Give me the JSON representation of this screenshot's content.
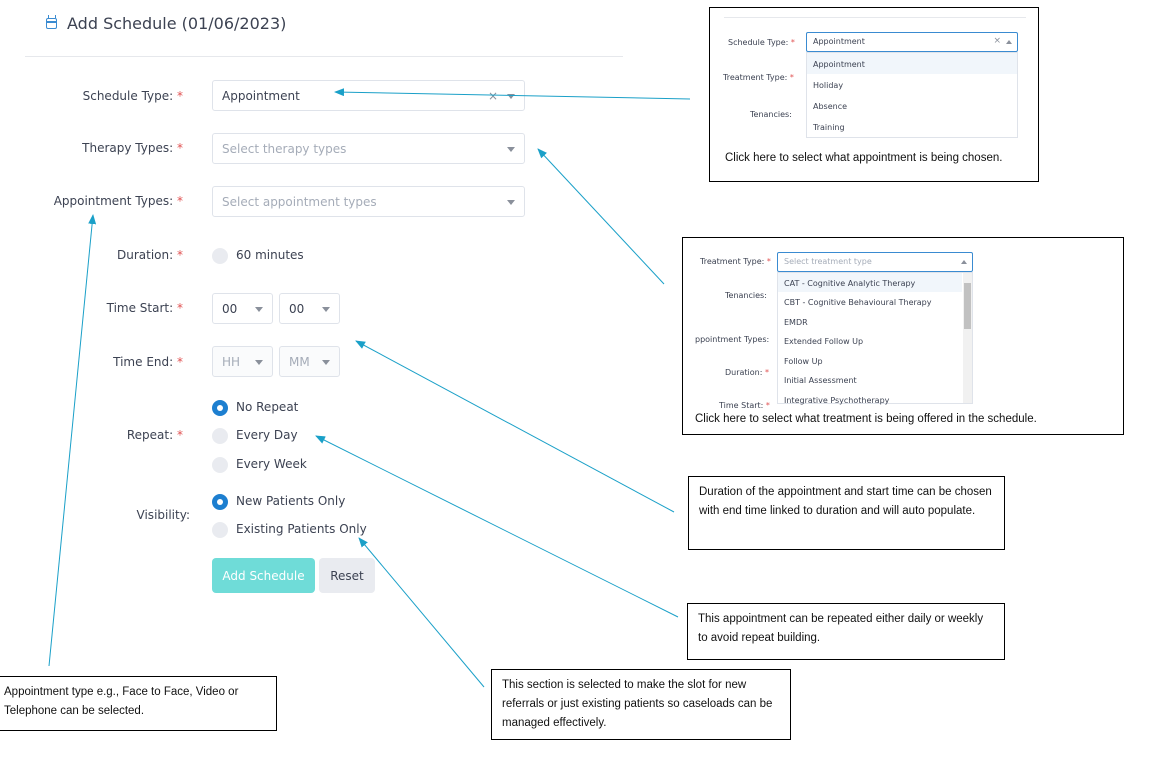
{
  "header": {
    "title": "Add Schedule (01/06/2023)",
    "icon": "calendar-icon"
  },
  "form": {
    "schedule_type": {
      "label": "Schedule Type:",
      "value": "Appointment",
      "clear": "×"
    },
    "therapy_types": {
      "label": "Therapy Types:",
      "placeholder": "Select therapy types"
    },
    "appointment_types": {
      "label": "Appointment Types:",
      "placeholder": "Select appointment types"
    },
    "duration": {
      "label": "Duration:",
      "value": "60 minutes"
    },
    "time_start": {
      "label": "Time Start:",
      "hour": "00",
      "minute": "00"
    },
    "time_end": {
      "label": "Time End:",
      "hour": "HH",
      "minute": "MM"
    },
    "repeat": {
      "label": "Repeat:",
      "options": [
        "No Repeat",
        "Every Day",
        "Every Week"
      ],
      "selected": "No Repeat"
    },
    "visibility": {
      "label": "Visibility:",
      "options": [
        "New Patients Only",
        "Existing Patients Only"
      ],
      "selected": "New Patients Only"
    },
    "required_mark": "*",
    "submit_label": "Add Schedule",
    "reset_label": "Reset"
  },
  "inset_schedule": {
    "schedule_type_label": "Schedule Type:",
    "treatment_type_label": "Treatment Type:",
    "tenancies_label": "Tenancies:",
    "value": "Appointment",
    "options": [
      "Appointment",
      "Holiday",
      "Absence",
      "Training"
    ],
    "caption": "Click here to select what appointment is being chosen."
  },
  "inset_treatment": {
    "treatment_type_label": "Treatment Type:",
    "tenancies_label": "Tenancies:",
    "appointment_types_label": "ppointment Types:",
    "duration_label": "Duration:",
    "time_start_label": "Time Start:",
    "placeholder": "Select treatment type",
    "options": [
      "CAT - Cognitive Analytic Therapy",
      "CBT - Cognitive Behavioural Therapy",
      "EMDR",
      "Extended Follow Up",
      "Follow Up",
      "Initial Assessment",
      "Integrative Psychotherapy"
    ],
    "caption": "Click here to select what treatment is being offered in the schedule."
  },
  "notes": {
    "duration": "Duration of the appointment and start time can be chosen with end time linked to duration and will auto populate.",
    "repeat": "This appointment can be repeated either daily or weekly to avoid repeat building.",
    "visibility": "This section is selected to make the slot for new referrals or just existing patients so caseloads can be managed effectively.",
    "appointment_type": "Appointment type e.g., Face to Face, Video or Telephone can be selected."
  },
  "colors": {
    "accent": "#1d7fd0",
    "primary_button": "#6fdcd8",
    "required": "#e15151",
    "arrow": "#1aa0c8"
  }
}
